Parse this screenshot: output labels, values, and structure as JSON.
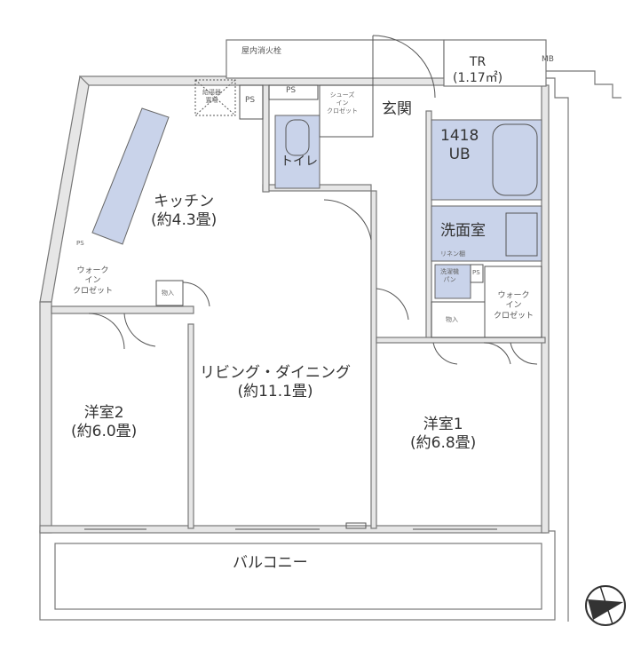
{
  "rooms": {
    "kitchen": {
      "name": "キッチン",
      "area": "(約4.3畳)"
    },
    "living_dining": {
      "name": "リビング・ダイニング",
      "area": "(約11.1畳)"
    },
    "western_room_2": {
      "name": "洋室2",
      "area": "(約6.0畳)"
    },
    "western_room_1": {
      "name": "洋室1",
      "area": "(約6.8畳)"
    },
    "balcony": "バルコニー",
    "entrance": "玄関",
    "toilet": "トイレ",
    "unit_bath": {
      "size": "1418",
      "name": "UB"
    },
    "washroom": "洗面室",
    "trunk_room": {
      "name": "TR",
      "area": "(1.17㎡)"
    },
    "meter_box": "MB",
    "fire_hydrant": "屋内消火栓",
    "shoes_closet": [
      "シューズ",
      "イン",
      "クロゼット"
    ],
    "walk_in_closet_left": [
      "ウォーク",
      "イン",
      "クロゼット"
    ],
    "walk_in_closet_right": [
      "ウォーク",
      "イン",
      "クロゼット"
    ],
    "storage_left": "物入",
    "storage_right": "物入",
    "linen_shelf": "リネン棚",
    "washer_pan": [
      "洗濯機",
      "パン"
    ],
    "ps_labels": [
      "PS",
      "PS",
      "PS",
      "PS"
    ],
    "water_heater": [
      "給湯器",
      "置場"
    ]
  },
  "colors": {
    "wall": "#8a8a8a",
    "wet_area": "#c9d3ea",
    "line": "#555555"
  },
  "compass": "north-arrow-icon"
}
